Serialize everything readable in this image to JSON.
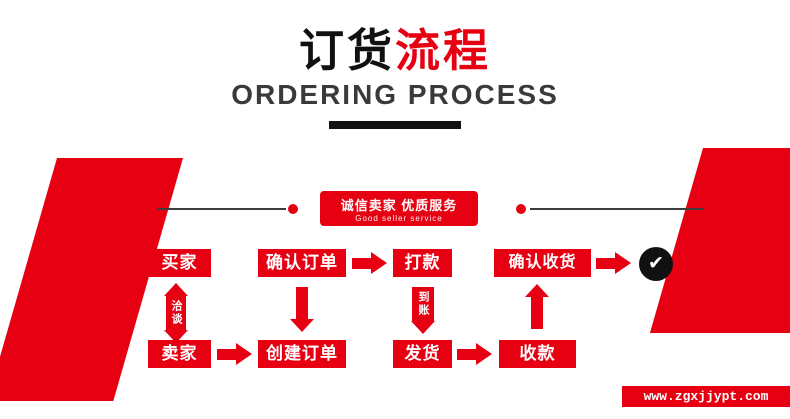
{
  "colors": {
    "accent_red": "#e60012",
    "ink_black": "#111111"
  },
  "header": {
    "title_primary": "订货",
    "title_accent": "流程",
    "subtitle": "ORDERING PROCESS"
  },
  "ribbon": {
    "title": "诚信卖家 优质服务",
    "subtitle": "Good seller service"
  },
  "flow": {
    "buyer": "买家",
    "seller": "卖家",
    "negotiate": "洽谈",
    "confirm_order": "确认订单",
    "create_order": "创建订单",
    "payment": "打款",
    "arrival": "到账",
    "ship": "发货",
    "receive_payment": "收款",
    "confirm_receipt": "确认收货",
    "check_mark": "✔"
  },
  "watermark": "www.zgxjjypt.com"
}
